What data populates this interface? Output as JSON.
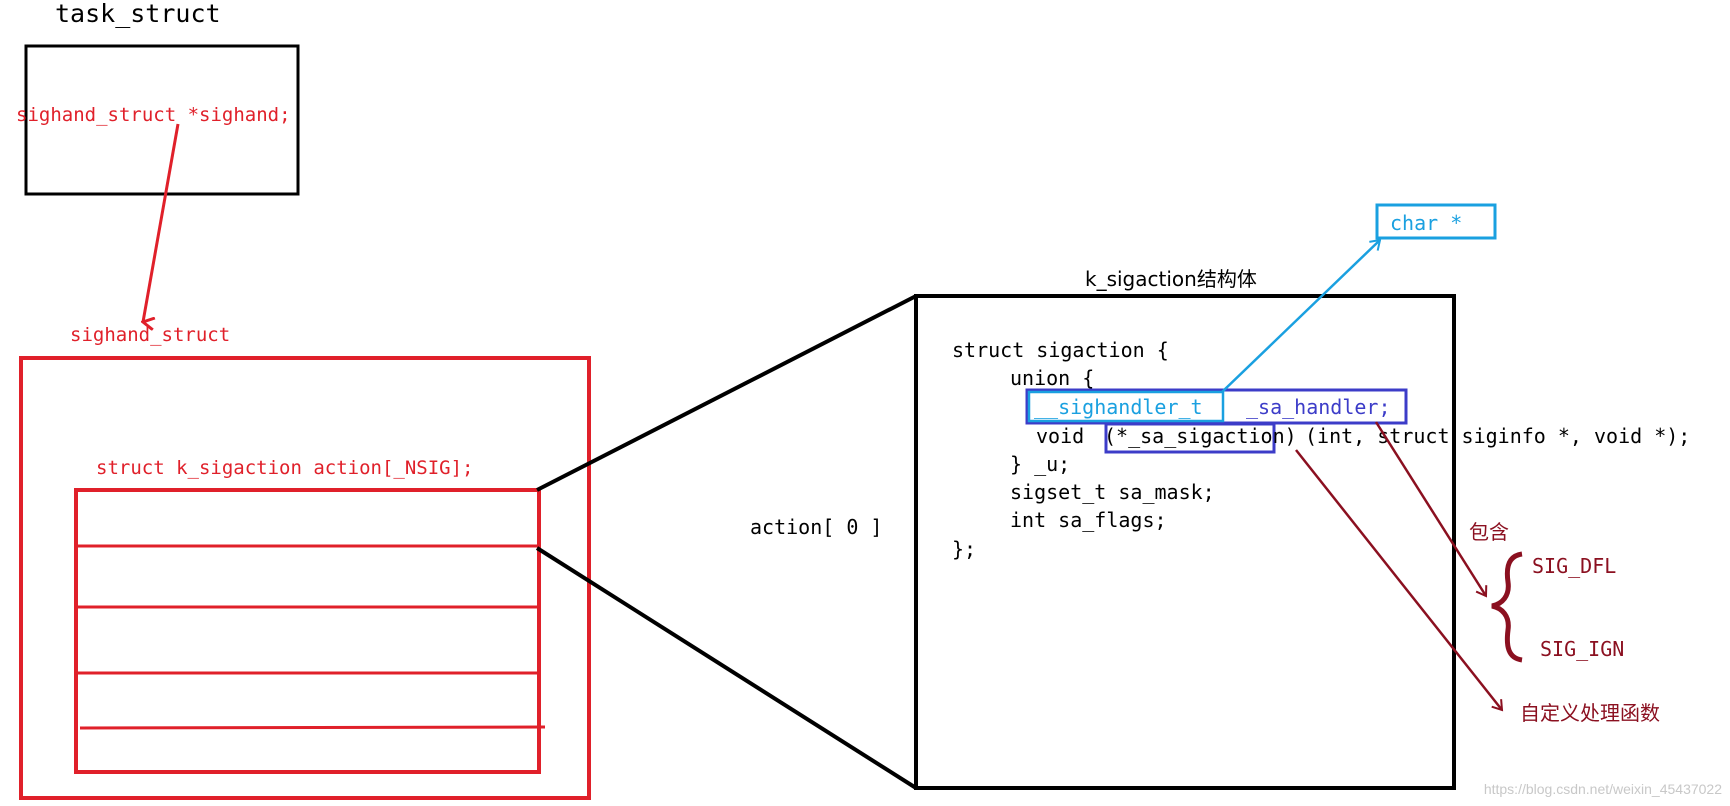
{
  "task_struct": {
    "title": "task_struct",
    "field": "sighand_struct *sighand;"
  },
  "sighand_struct": {
    "title": "sighand_struct",
    "field": "struct k_sigaction action[_NSIG];"
  },
  "action_label": "action[ 0 ]",
  "k_sigaction": {
    "title": "k_sigaction结构体",
    "code": {
      "line1": "struct sigaction {",
      "line2": "union {",
      "line3_type": "__sighandler_t",
      "line3_name": "_sa_handler;",
      "line4_void": "void",
      "line4_ptr": "(*_sa_sigaction)",
      "line4_rest": "(int, struct siginfo *, void *);",
      "line5": "} _u;",
      "line6": "sigset_t  sa_mask;",
      "line7": "int       sa_flags;",
      "line8": "};"
    }
  },
  "annotations": {
    "char_ptr": "char *",
    "contains": "包含",
    "sig_dfl": "SIG_DFL",
    "sig_ign": "SIG_IGN",
    "custom_handler": "自定义处理函数"
  },
  "watermark": "https://blog.csdn.net/weixin_45437022",
  "colors": {
    "red": "#e0202a",
    "black": "#000000",
    "cyan": "#1aa0e0",
    "indigo": "#3c3cc8",
    "dark_red": "#8b1020"
  }
}
